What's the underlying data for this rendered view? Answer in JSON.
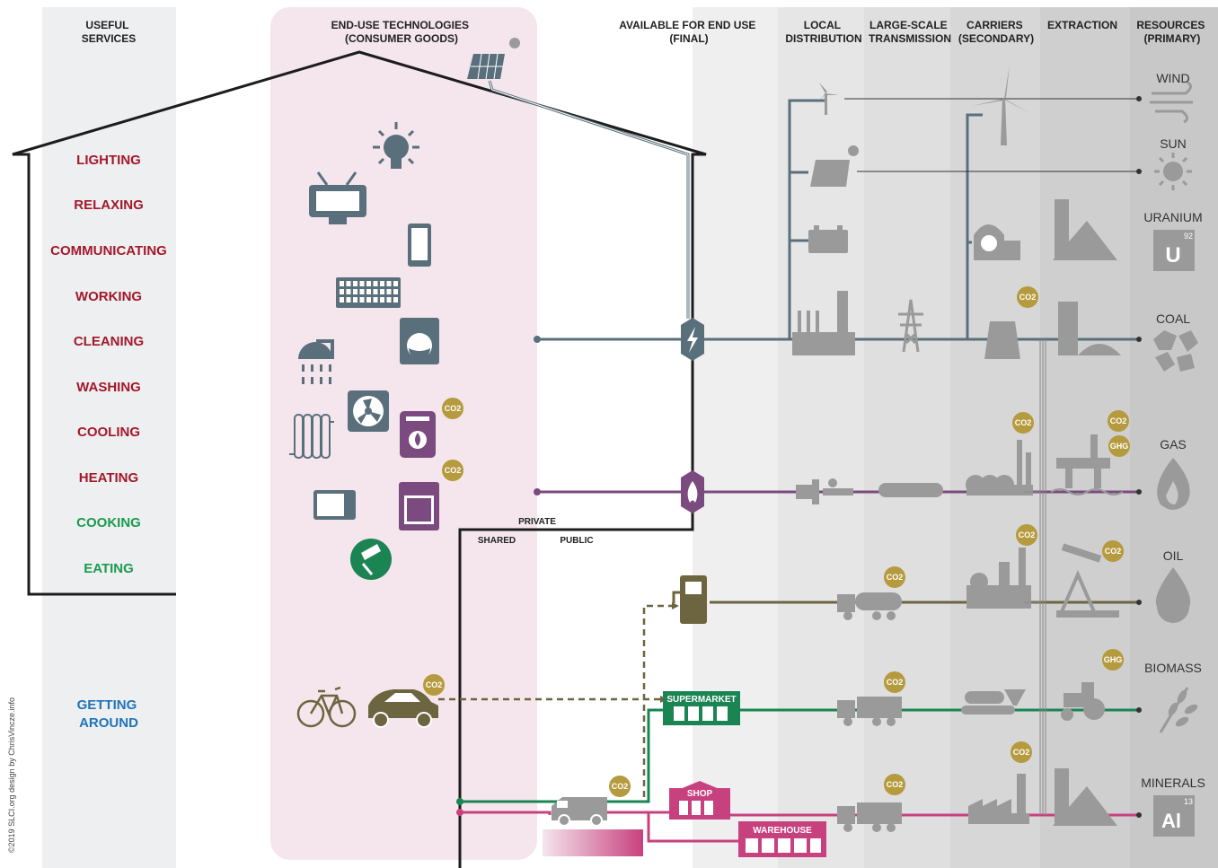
{
  "headers": {
    "useful_services": [
      "USEFUL",
      "SERVICES"
    ],
    "end_use_tech": [
      "END-USE TECHNOLOGIES",
      "(CONSUMER GOODS)"
    ],
    "available": [
      "AVAILABLE FOR END USE",
      "(FINAL)"
    ],
    "local": [
      "LOCAL",
      "DISTRIBUTION"
    ],
    "large": [
      "LARGE-SCALE",
      "TRANSMISSION"
    ],
    "carriers": [
      "CARRIERS",
      "(SECONDARY)"
    ],
    "extraction": [
      "EXTRACTION"
    ],
    "resources": [
      "RESOURCES",
      "(PRIMARY)"
    ]
  },
  "services": [
    {
      "label": "LIGHTING",
      "color": "#a3182a"
    },
    {
      "label": "RELAXING",
      "color": "#a3182a"
    },
    {
      "label": "COMMUNICATING",
      "color": "#a3182a"
    },
    {
      "label": "WORKING",
      "color": "#a3182a"
    },
    {
      "label": "CLEANING",
      "color": "#a3182a"
    },
    {
      "label": "WASHING",
      "color": "#a3182a"
    },
    {
      "label": "COOLING",
      "color": "#a3182a"
    },
    {
      "label": "HEATING",
      "color": "#a3182a"
    },
    {
      "label": "COOKING",
      "color": "#1a9a4e"
    },
    {
      "label": "EATING",
      "color": "#1a9a4e"
    }
  ],
  "getting_around": [
    "GETTING",
    "AROUND"
  ],
  "getting_around_color": "#1f74b8",
  "resources": [
    "WIND",
    "SUN",
    "URANIUM",
    "COAL",
    "GAS",
    "OIL",
    "BIOMASS",
    "MINERALS"
  ],
  "element_uranium": {
    "symbol": "U",
    "number": "92"
  },
  "element_aluminium": {
    "symbol": "Al",
    "number": "13"
  },
  "labels": {
    "private": "PRIVATE",
    "shared": "SHARED",
    "public": "PUBLIC",
    "supermarket": "SUPERMARKET",
    "shop": "SHOP",
    "warehouse": "WAREHOUSE",
    "co2": "CO2",
    "ghg": "GHG"
  },
  "credit": "©2019 SLCI.org    design by ChrisVincze.info",
  "colors": {
    "electric": "#5a6f7c",
    "gas": "#7b4a7e",
    "oil": "#6d6540",
    "food": "#1a8452",
    "goods": "#c8417f",
    "emission_badge": "#b59a3e",
    "pink_band": "#f4e6ec",
    "grey_icon": "#9a9a9a"
  }
}
